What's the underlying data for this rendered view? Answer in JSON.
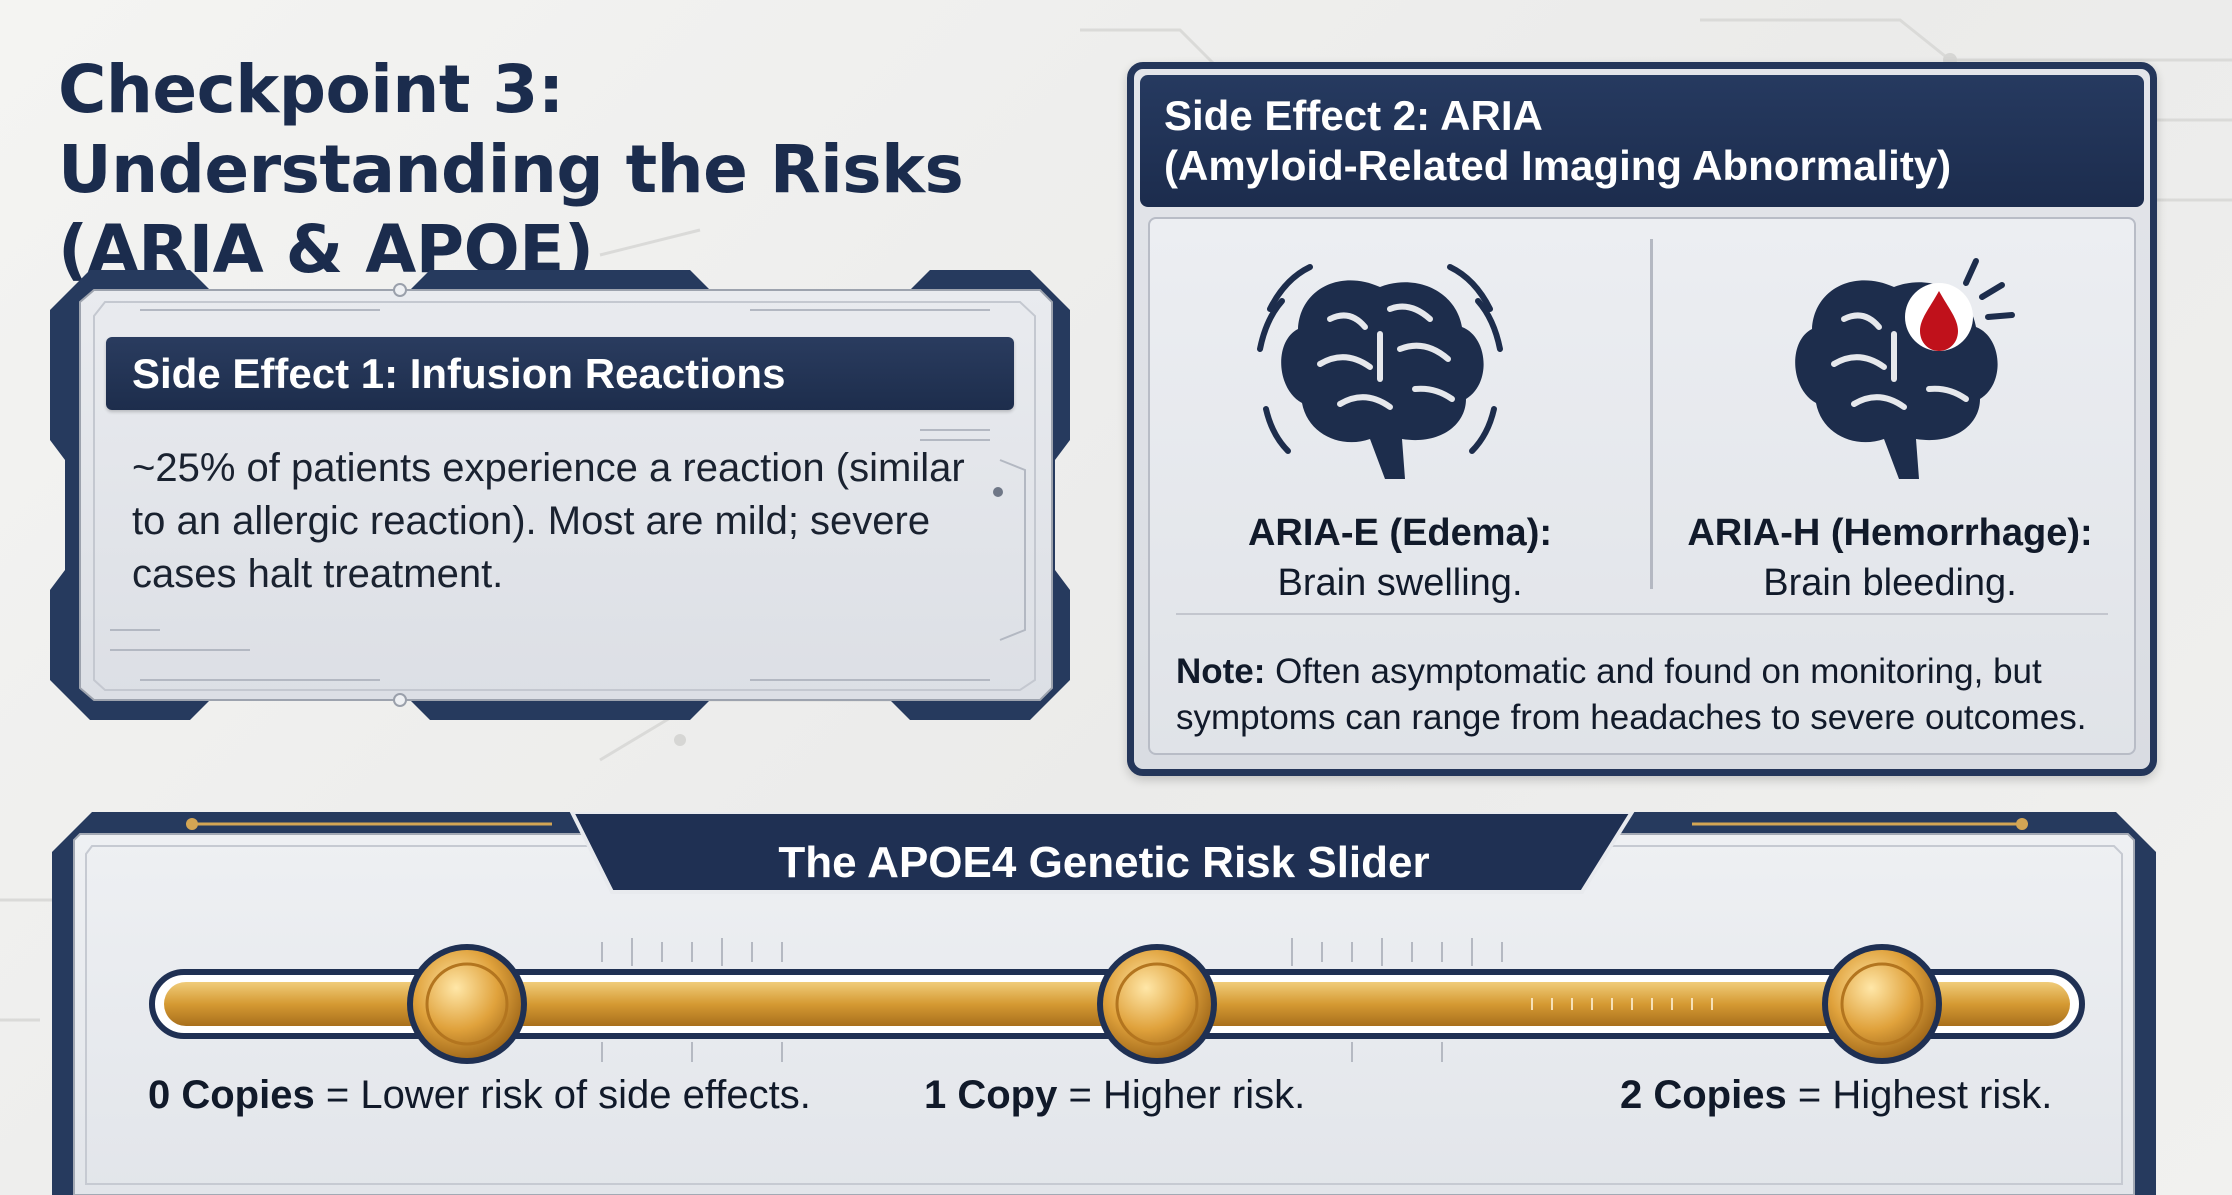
{
  "title": "Checkpoint 3: Understanding the Risks (ARIA & APOE)",
  "side_effect_1": {
    "header": "Side Effect 1: Infusion Reactions",
    "body": "~25% of patients experience a reaction (similar to an allergic reaction). Most are mild; severe cases halt treatment."
  },
  "side_effect_2": {
    "header_line1": "Side Effect 2: ARIA",
    "header_line2": "(Amyloid-Related Imaging Abnormality)",
    "aria_e": {
      "label": "ARIA-E (Edema):",
      "desc": "Brain swelling.",
      "icon": "brain-swelling-icon"
    },
    "aria_h": {
      "label": "ARIA-H (Hemorrhage):",
      "desc": "Brain bleeding.",
      "icon": "brain-bleeding-icon"
    },
    "note_label": "Note:",
    "note_text": "Often asymptomatic and found on monitoring, but symptoms can range from headaches to severe outcomes."
  },
  "apoe_slider": {
    "title": "The APOE4 Genetic Risk Slider",
    "stops": [
      {
        "copies": "0 Copies",
        "risk": "= Lower risk of side effects."
      },
      {
        "copies": "1 Copy",
        "risk": "= Higher risk."
      },
      {
        "copies": "2 Copies",
        "risk": "= Highest risk."
      }
    ]
  },
  "colors": {
    "navy": "#1d2d4c",
    "gold": "#d9a23c",
    "blood": "#c0111b"
  }
}
